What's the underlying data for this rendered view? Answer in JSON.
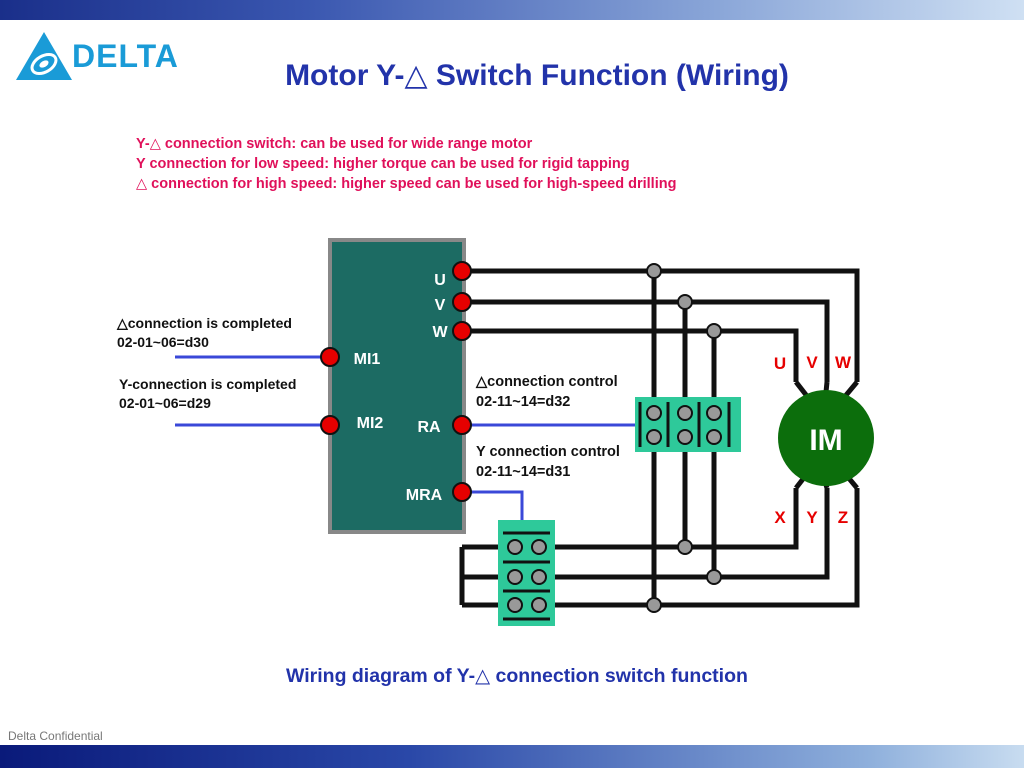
{
  "header": {
    "logo_text": "DELTA",
    "title": "Motor Y-△ Switch Function (Wiring)"
  },
  "notes": [
    "Y-△ connection switch: can be used for wide range motor",
    "Y connection for low speed: higher torque can be used for rigid tapping",
    "△ connection for high speed: higher speed can be used for high-speed drilling"
  ],
  "drive_terminals": {
    "u": "U",
    "v": "V",
    "w": "W",
    "mi1": "MI1",
    "mi2": "MI2",
    "ra": "RA",
    "mra": "MRA"
  },
  "annotations": {
    "delta_done_1": "△connection is completed",
    "delta_done_2": "02-01~06=d30",
    "y_done_1": "Y-connection is completed",
    "y_done_2": "02-01~06=d29",
    "delta_ctrl_1": "△connection control",
    "delta_ctrl_2": "02-11~14=d32",
    "y_ctrl_1": "Y connection control",
    "y_ctrl_2": "02-11~14=d31"
  },
  "motor": {
    "label": "IM",
    "top_u": "U",
    "top_v": "V",
    "top_w": "W",
    "bot_x": "X",
    "bot_y": "Y",
    "bot_z": "Z"
  },
  "caption": "Wiring diagram of Y-△ connection switch function",
  "footer": "Delta Confidential",
  "colors": {
    "drive_body": "#1c6b63",
    "terminal": "#e60000",
    "contactor": "#2ec99a",
    "motor": "#0c6e0c",
    "title": "#2233aa",
    "notes": "#e0105a",
    "control_wire": "#3a48d8"
  }
}
